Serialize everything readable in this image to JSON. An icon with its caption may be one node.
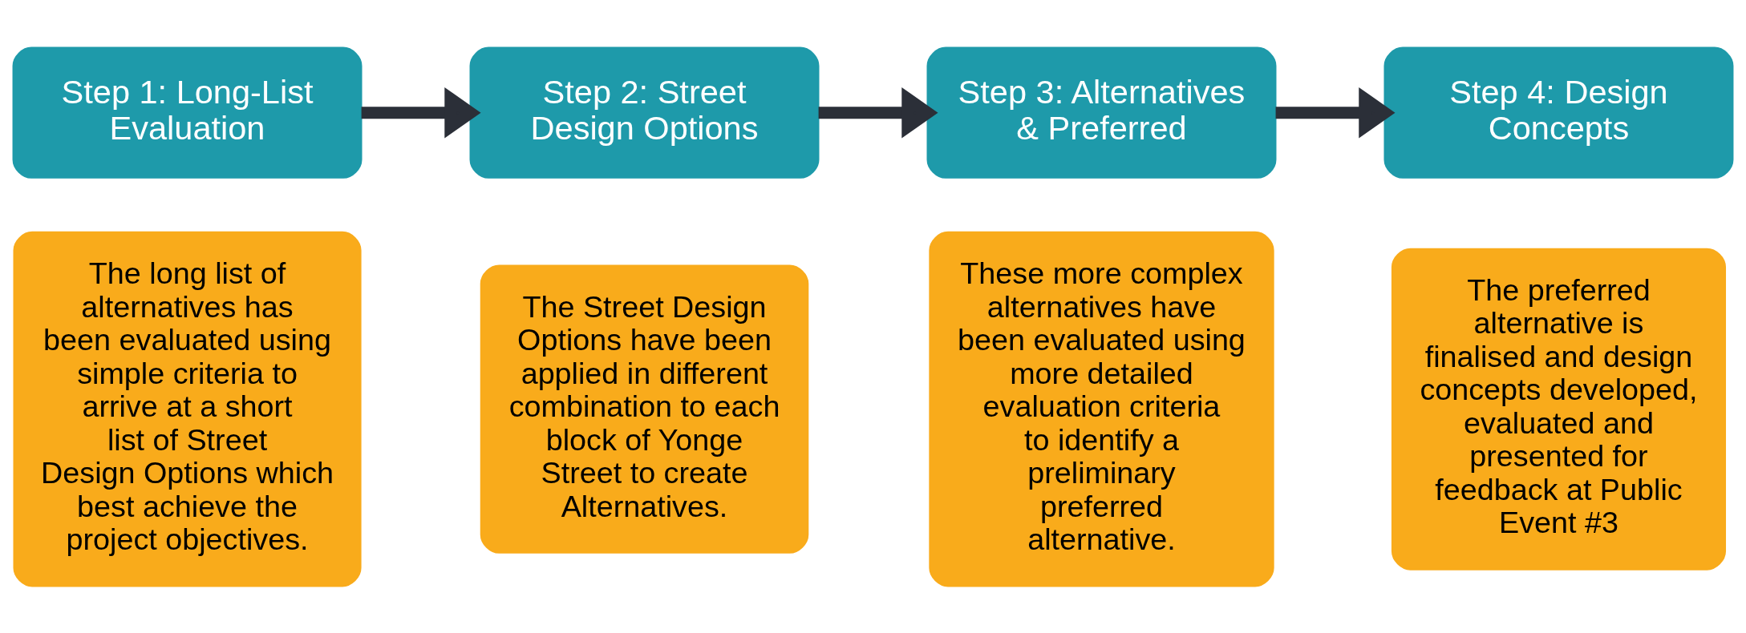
{
  "diagram": {
    "nodes": [
      {
        "text": [
          "Step 1: Long-List Evaluation"
        ]
      },
      {
        "text": [
          "Step 2: Street Design Options"
        ]
      },
      {
        "text": [
          "Step 3: Alternatives & Preferred"
        ]
      },
      {
        "text": [
          "Step 4: Design Concepts"
        ]
      },
      {
        "text": [
          "The long list of alternatives has been evaluated using simple criteria to arrive at a short list of Street Design Options which best achieve the project objectives."
        ]
      },
      {
        "text": [
          "The Street Design Options have been applied in different combination to each block of Yonge Street to create Alternatives."
        ]
      },
      {
        "text": [
          "These more complex alternatives have been evaluated using more detailed evaluation criteria to identify a preliminary preferred alternative."
        ]
      },
      {
        "text": [
          "The preferred alternative is finalised and design concepts developed, evaluated and presented for feedback at Public Event #3"
        ]
      }
    ],
    "edges": [
      {
        "from": 0,
        "to": 1,
        "arrow": "to"
      },
      {
        "from": 1,
        "to": 2,
        "arrow": "to"
      },
      {
        "from": 2,
        "to": 3,
        "arrow": "to"
      }
    ]
  }
}
